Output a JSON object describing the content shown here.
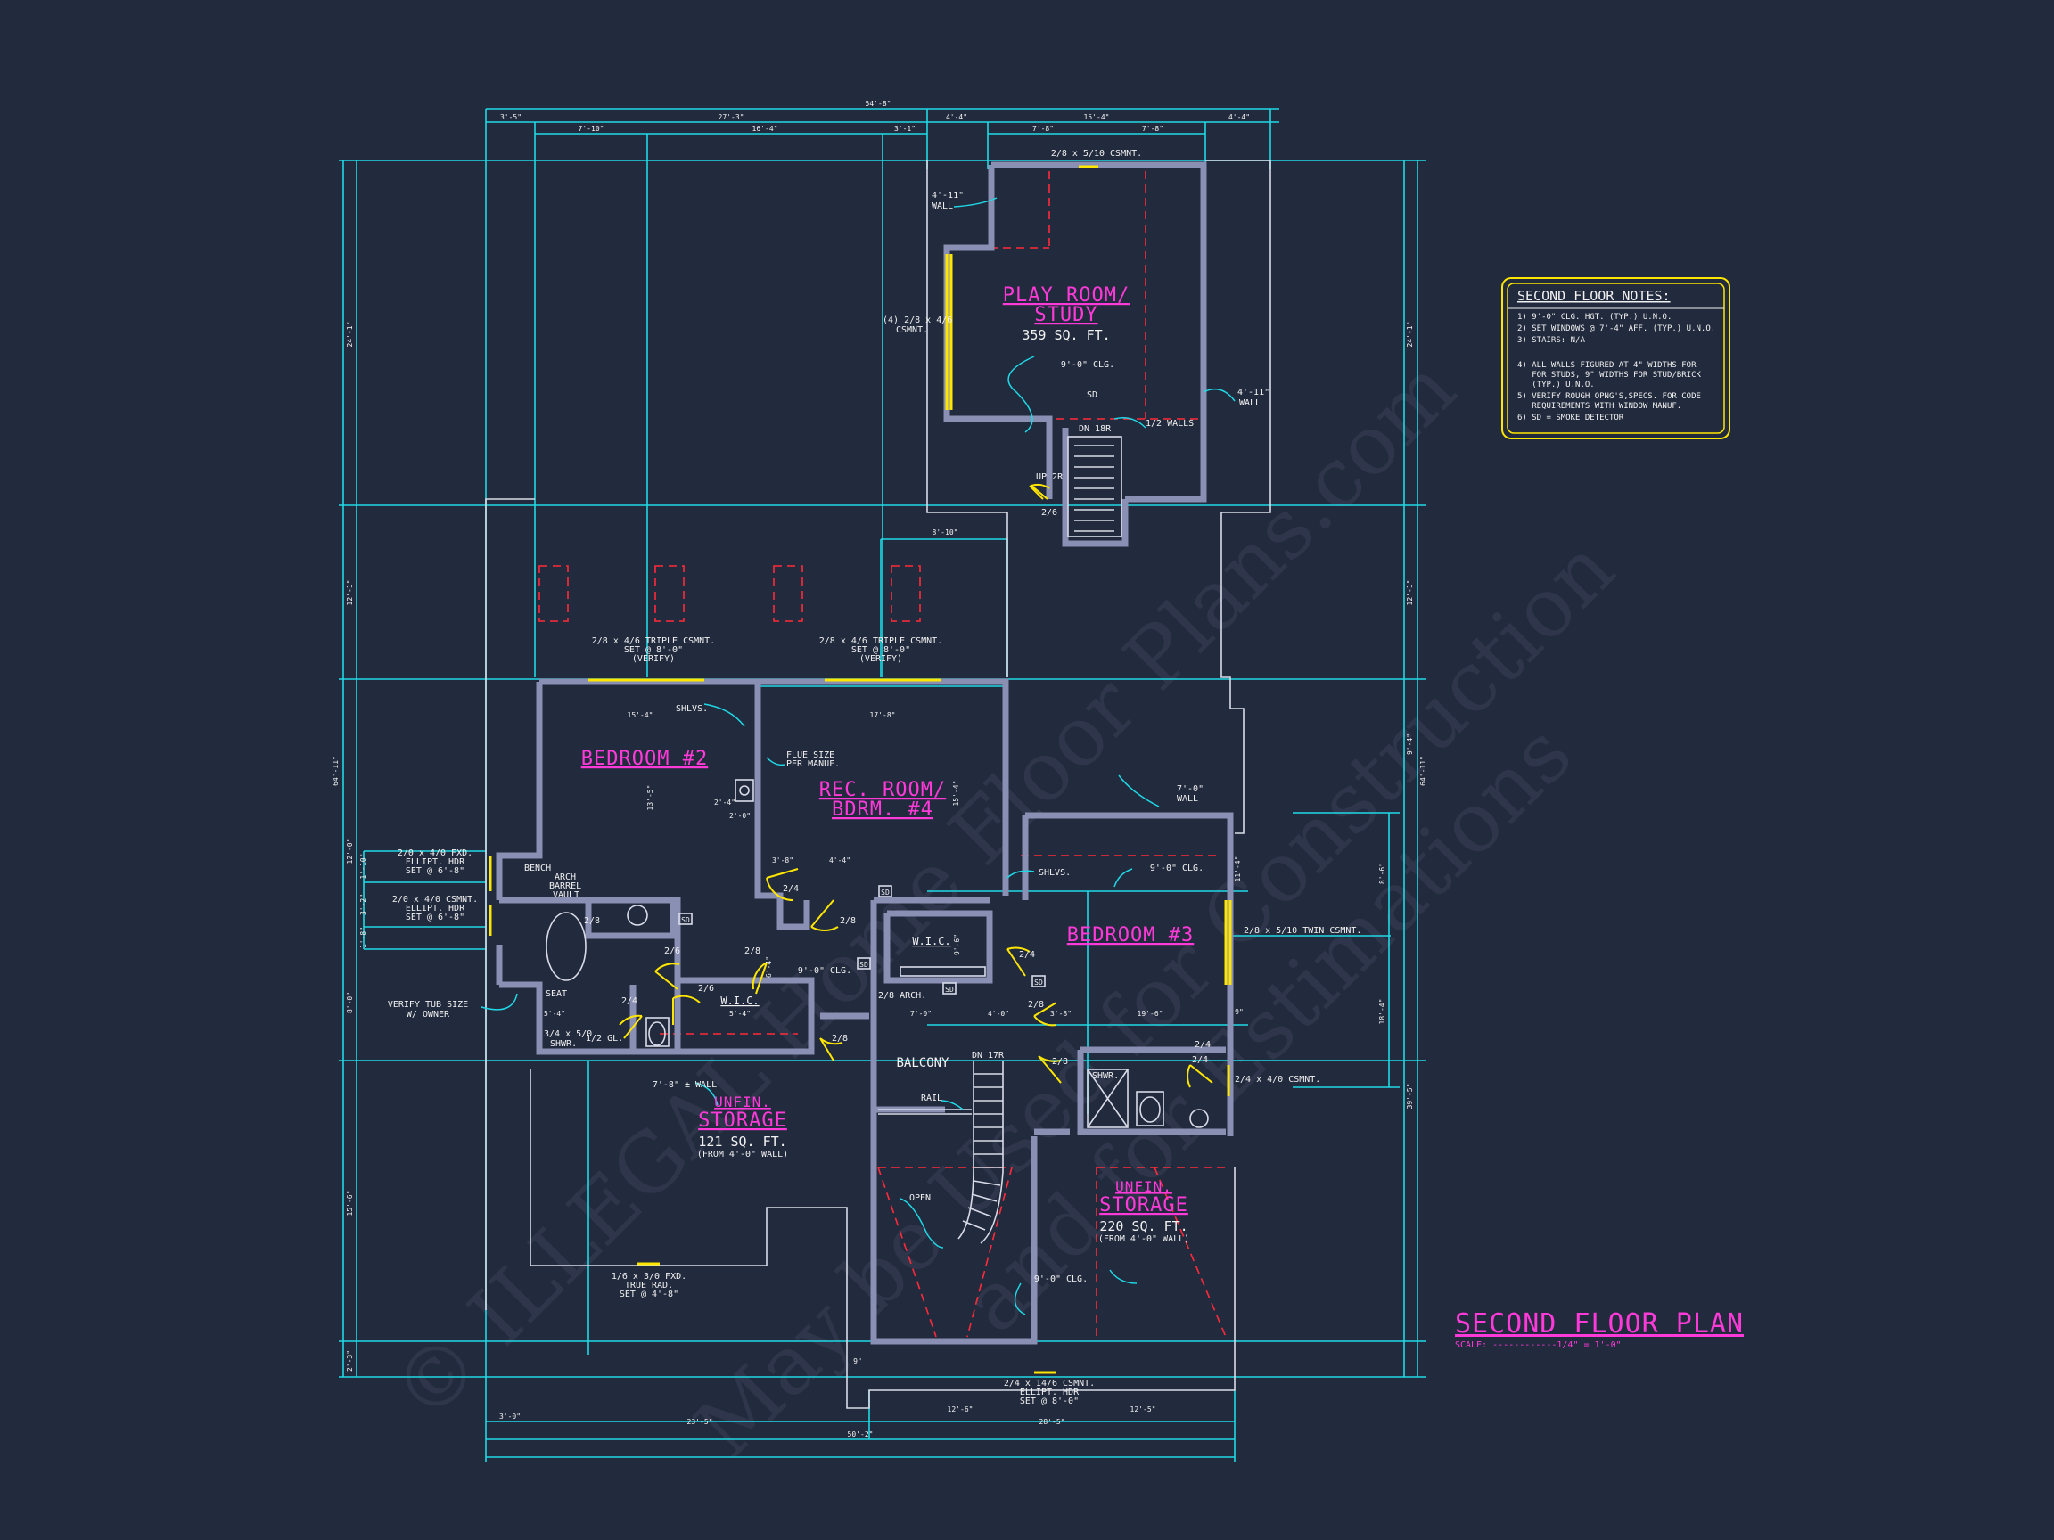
{
  "watermark": {
    "line1": "© ILLEGAL Home Floor Plans.com",
    "line2": "May be Used for Construction",
    "line3": "and for Estimations"
  },
  "title": {
    "main": "SECOND FLOOR PLAN",
    "scale": "SCALE: ------------1/4\" = 1'-0\""
  },
  "notes": {
    "title": "SECOND FLOOR NOTES:",
    "lines": [
      "1) 9'-0\" CLG. HGT. (TYP.) U.N.O.",
      "2) SET WINDOWS @ 7'-4\" AFF. (TYP.) U.N.O.",
      "3) STAIRS: N/A",
      "4) ALL WALLS FIGURED AT 4\" WIDTHS FOR",
      "   FOR STUDS, 9\" WIDTHS FOR STUD/BRICK",
      "   (TYP.) U.N.O.",
      "5) VERIFY ROUGH OPNG'S,SPECS. FOR CODE",
      "   REQUIREMENTS WITH WINDOW MANUF.",
      "6) SD = SMOKE DETECTOR"
    ]
  },
  "rooms": {
    "play": {
      "name1": "PLAY ROOM/",
      "name2": "STUDY",
      "area": "359 SQ. FT.",
      "clg": "9'-0\" CLG.",
      "sd": "SD"
    },
    "bed2": {
      "name": "BEDROOM #2"
    },
    "rec": {
      "name1": "REC. ROOM/",
      "name2": "BDRM. #4"
    },
    "bed3": {
      "name": "BEDROOM #3",
      "clg": "9'-0\" CLG."
    },
    "storage1": {
      "name1": "UNFIN.",
      "name2": "STORAGE",
      "area": "121 SQ. FT.",
      "note": "(FROM 4'-0\" WALL)"
    },
    "storage2": {
      "name1": "UNFIN.",
      "name2": "STORAGE",
      "area": "220 SQ. FT.",
      "note": "(FROM 4'-0\" WALL)"
    }
  },
  "labels": {
    "csmnt_top": "2/8 x 5/10 CSMNT.",
    "wall_4_11_left_1": "4'-11\"",
    "wall_4_11_left_2": "WALL",
    "csmnt_4_1": "(4) 2/8 x 4/6",
    "csmnt_4_2": "CSMNT.",
    "wall_4_11_right_1": "4'-11\"",
    "wall_4_11_right_2": "WALL",
    "half_walls": "1/2 WALLS",
    "dn_18r": "DN 18R",
    "up_2r": "UP 2R",
    "door_26_top": "2/6",
    "triple1_1": "2/8 x 4/6 TRIPLE CSMNT.",
    "triple1_2": "SET @ 8'-0\"",
    "triple1_3": "(VERIFY)",
    "triple2_1": "2/8 x 4/6 TRIPLE CSMNT.",
    "triple2_2": "SET @ 8'-0\"",
    "triple2_3": "(VERIFY)",
    "dim_8_10": "8'-10\"",
    "shlvs1": "SHLVS.",
    "flue1": "FLUE SIZE",
    "flue2": "PER MANUF.",
    "wall_7_0_1": "7'-0\"",
    "wall_7_0_2": "WALL",
    "shlvs2": "SHLVS.",
    "twin": "2/8 x 5/10 TWIN CSMNT.",
    "fxd1_1": "2/0 x 4/0 FXD.",
    "fxd1_2": "ELLIPT. HDR",
    "fxd1_3": "SET @ 6'-8\"",
    "csm2_1": "2/0 x 4/0 CSMNT.",
    "csm2_2": "ELLIPT. HDR",
    "csm2_3": "SET @ 6'-8\"",
    "bench": "BENCH",
    "arch1": "ARCH",
    "arch2": "BARREL",
    "arch3": "VAULT",
    "tub1": "VERIFY TUB SIZE",
    "tub2": "W/ OWNER",
    "seat": "SEAT",
    "shwr1_1": "3/4 x 5/0",
    "shwr1_2": "SHWR.",
    "shwr1_3": "1/2 GL.",
    "wic1": "W.I.C.",
    "wic2": "W.I.C.",
    "clg_bal": "9'-0\" CLG.",
    "arch_28": "2/8 ARCH.",
    "balcony": "BALCONY",
    "rail": "RAIL",
    "dn_17r": "DN 17R",
    "wall_7_8": "7'-8\" ± WALL",
    "shwr2": "SHWR.",
    "csmnt_24": "2/4 x 4/0 CSMNT.",
    "open": "OPEN",
    "clg_bot": "9'-0\" CLG.",
    "rad1": "1/6 x 3/0 FXD.",
    "rad2": "TRUE RAD.",
    "rad3": "SET @ 4'-8\"",
    "bot_win1": "2/4 x 14/6 CSMNT.",
    "bot_win2": "ELLIPT. HDR",
    "bot_win3": "SET @ 8'-0\"",
    "doors": [
      "2/4",
      "2/8",
      "2/6",
      "2/8",
      "2/6",
      "2/4",
      "2/8",
      "2/4",
      "2/8",
      "2/8",
      "2/4",
      "2/8",
      "2/4"
    ],
    "sd": [
      "SD",
      "SD",
      "SD",
      "SD",
      "SD"
    ]
  },
  "dims": {
    "top_overall": "54'-8\"",
    "top_row2": [
      "3'-5\"",
      "27'-3\"",
      "4'-4\"",
      "15'-4\"",
      "4'-4\""
    ],
    "top_row3": [
      "7'-10\"",
      "16'-4\"",
      "3'-1\"",
      "7'-8\"",
      "7'-8\""
    ],
    "bot_row1": [
      "3'-0\"",
      "23'-5\"",
      "28'-5\""
    ],
    "bot_row2": [
      "12'-6\"",
      "12'-5\""
    ],
    "bot_overall": "50'-2\"",
    "left": [
      "24'-1\"",
      "12'-1\"",
      "12'-0\"",
      "8'-0\"",
      "15'-6\"",
      "2'-3\""
    ],
    "left_overall": "64'-11\"",
    "right": [
      "24'-1\"",
      "12'-1\"",
      "9'-4\"",
      "39'-5\""
    ],
    "right_overall": "64'-11\"",
    "right_inner": [
      "8'-6\"",
      "18'-4\""
    ],
    "left_small": [
      "1'-10\"",
      "3'-2\"",
      "1'-8\""
    ],
    "inner": [
      "15'-4\"",
      "17'-8\"",
      "2'-0\"",
      "2'-4\"",
      "4'-4\"",
      "3'-8\"",
      "5'-4\"",
      "7'-0\"",
      "4'-0\"",
      "3'-8\"",
      "19'-6\"",
      "5'-4\"",
      "13'-5\"",
      "15'-4\"",
      "11'-4\"",
      "9'-6\"",
      "6'-4\"",
      "9\"",
      "9\""
    ]
  }
}
